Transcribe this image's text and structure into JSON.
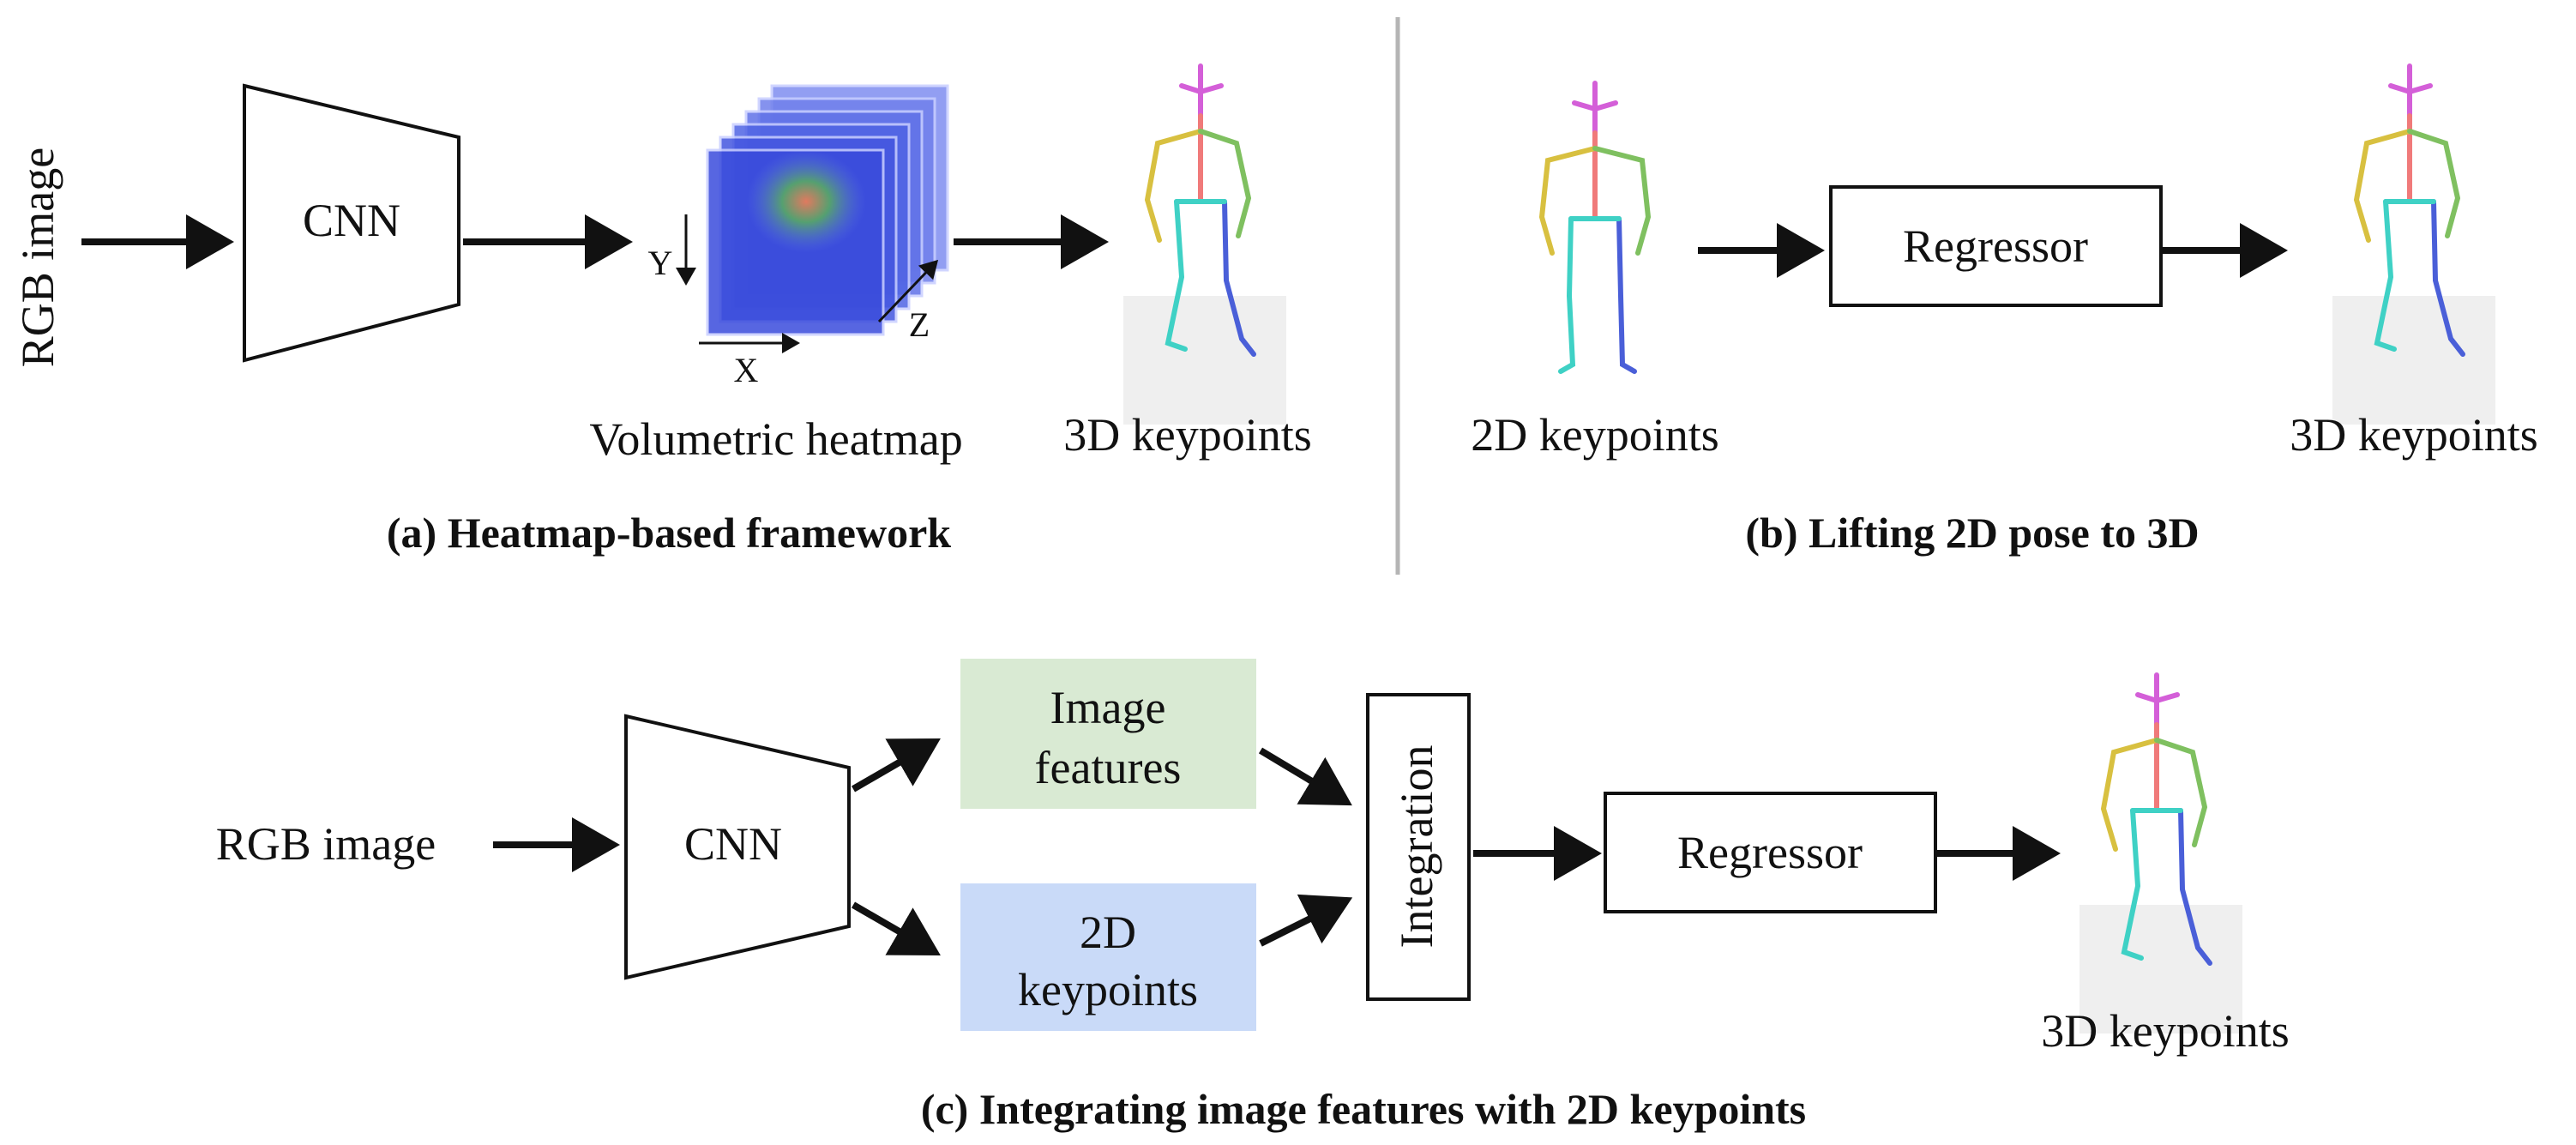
{
  "colors": {
    "stroke": "#111111",
    "divider": "#b5b5b5",
    "image_features_fill": "#d9ead3",
    "keypoints_2d_fill": "#c9daf8",
    "heatmap_fill": "#5a6ee6",
    "heatmap_core": "#e07a5f",
    "floor": "#efefef",
    "skeleton_head": "#d45fd8",
    "skeleton_spine": "#f07a7a",
    "skeleton_left_arm": "#d8c040",
    "skeleton_right_arm": "#7fc060",
    "skeleton_left_leg": "#3fd1c5",
    "skeleton_right_leg": "#4a5fd8"
  },
  "panel_a": {
    "input_label": "RGB image",
    "cnn_label": "CNN",
    "heatmap_label": "Volumetric heatmap",
    "axis_x": "X",
    "axis_y": "Y",
    "axis_z": "Z",
    "output_label": "3D keypoints",
    "caption": "(a) Heatmap-based framework"
  },
  "panel_b": {
    "input_label": "2D keypoints",
    "regressor_label": "Regressor",
    "output_label": "3D keypoints",
    "caption": "(b) Lifting 2D pose to 3D"
  },
  "panel_c": {
    "input_label": "RGB image",
    "cnn_label": "CNN",
    "image_features_line1": "Image",
    "image_features_line2": "features",
    "keypoints_line1": "2D",
    "keypoints_line2": "keypoints",
    "integration_label": "Integration",
    "regressor_label": "Regressor",
    "output_label": "3D keypoints",
    "caption": "(c) Integrating image features with 2D keypoints"
  }
}
